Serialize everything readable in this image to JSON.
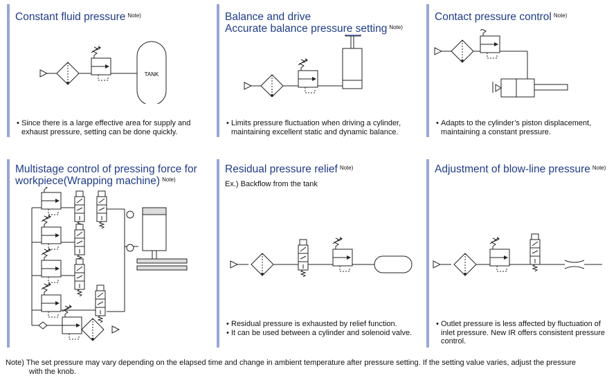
{
  "colors": {
    "title": "#1f3c88",
    "bar": "#9aa6d6",
    "cylinder": "#6b7fc7"
  },
  "note_mark": "Note)",
  "panels": [
    {
      "title": [
        "Constant fluid pressure"
      ],
      "tank_label": "TANK",
      "bullets": [
        "Since there is a large effective area for supply and exhaust pressure, setting can be done quickly."
      ]
    },
    {
      "title": [
        "Balance and drive",
        "Accurate balance pressure setting"
      ],
      "bullets": [
        "Limits pressure fluctuation when driving a cylinder, maintaining excellent static and dynamic balance."
      ]
    },
    {
      "title": [
        "Contact pressure control"
      ],
      "bullets": [
        "Adapts to the cylinder’s piston displacement, maintaining a constant pressure."
      ]
    },
    {
      "title": [
        "Multistage control of pressing force for",
        "workpiece(Wrapping machine)"
      ],
      "bullets": []
    },
    {
      "title": [
        "Residual pressure relief"
      ],
      "subtitle": "Ex.) Backflow from the tank",
      "bullets": [
        "Residual pressure is exhausted by relief function.",
        "It can be used between a cylinder and solenoid valve."
      ]
    },
    {
      "title": [
        "Adjustment of blow-line pressure"
      ],
      "bullets": [
        "Outlet pressure is less affected by fluctuation of inlet pressure. New IR offers consistent pressure control."
      ]
    }
  ],
  "footnote": {
    "line1": "Note) The set pressure may vary depending on the elapsed time and change in ambient temperature after pressure setting. If the setting value varies, adjust the pressure",
    "line2": "with the knob."
  }
}
